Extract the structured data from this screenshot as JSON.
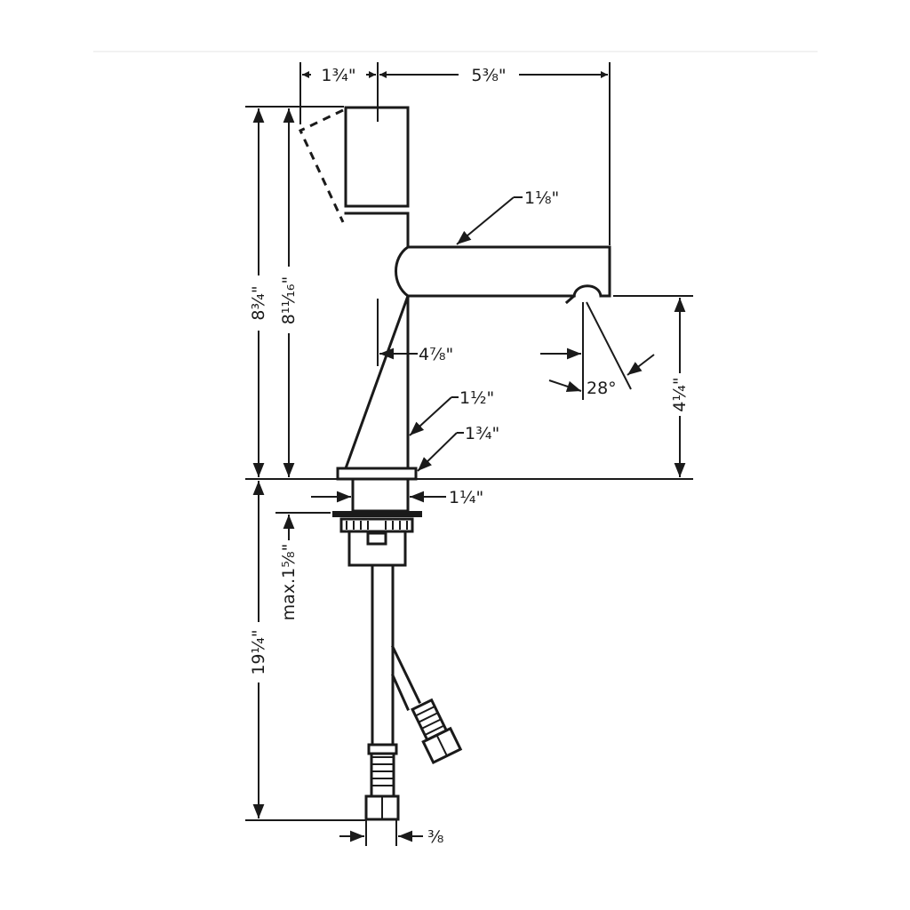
{
  "dimensions": {
    "top_handle_offset": "1³⁄₄\"",
    "spout_reach": "5³⁄₈\"",
    "overall_height": "8³⁄₄\"",
    "body_height": "8¹¹⁄₁₆\"",
    "spout_diameter": "1¹⁄₈\"",
    "spout_projection": "4⁷⁄₈\"",
    "spray_angle": "28°",
    "spout_clearance": "4¹⁄₄\"",
    "body_diameter": "1¹⁄₂\"",
    "base_diameter": "1³⁄₄\"",
    "shank_diameter": "1¹⁄₄\"",
    "max_deck_thickness": "max.1⁵⁄₈\"",
    "supply_length": "19¹⁄₄\"",
    "connection_size": "³⁄₈"
  }
}
